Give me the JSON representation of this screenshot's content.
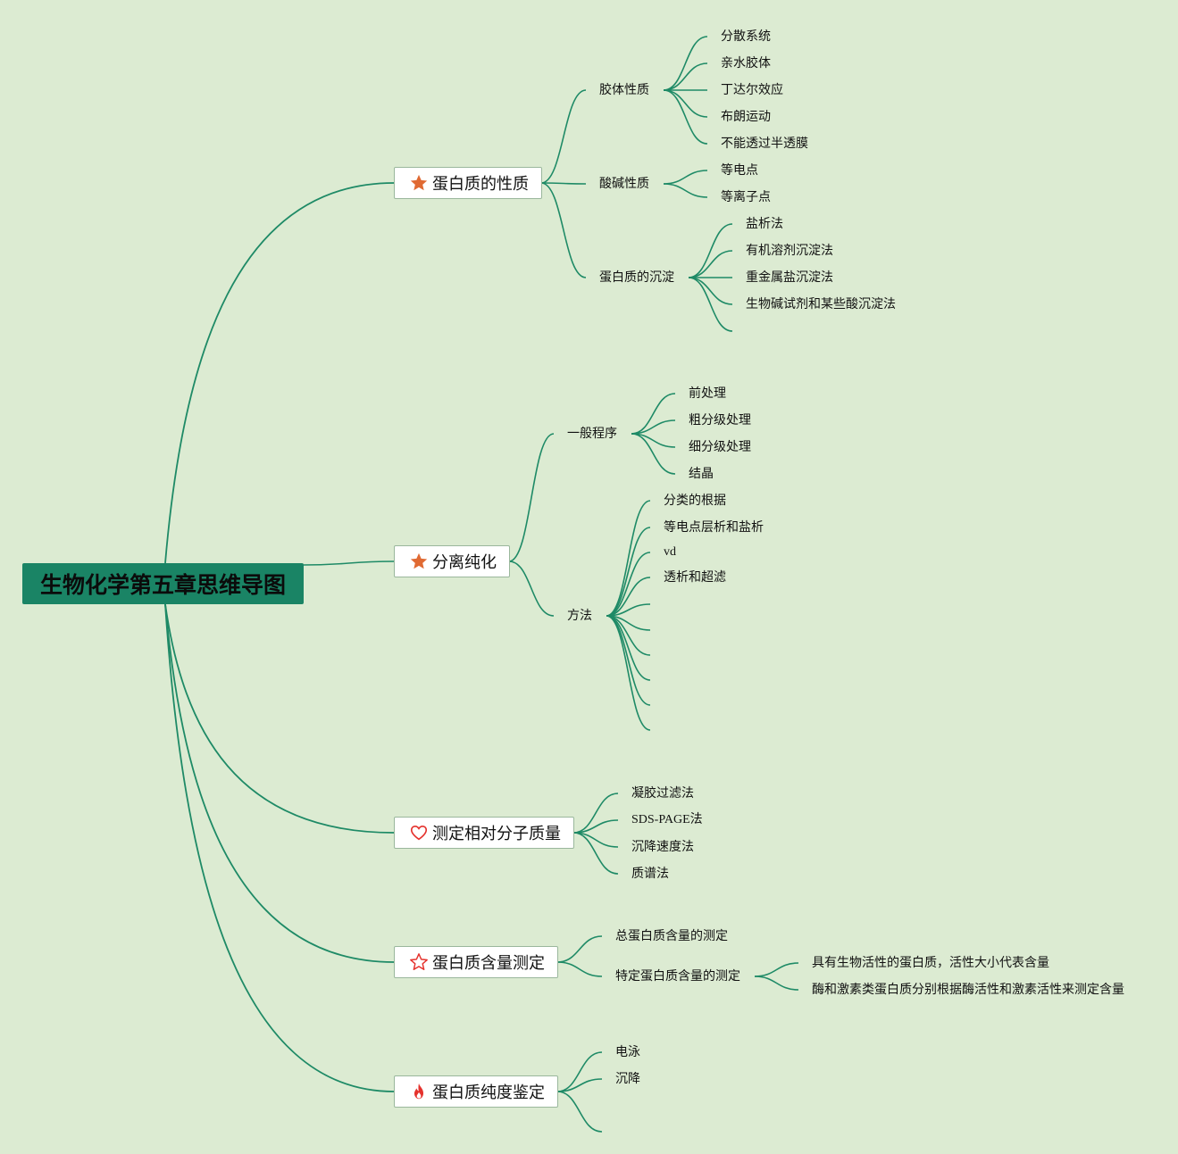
{
  "root": {
    "label": "生物化学第五章思维导图"
  },
  "colors": {
    "background": "#dcebd2",
    "line": "#1e8a66",
    "root_fill": "#1a8465",
    "icon_orange": "#e06a33",
    "icon_red": "#e5322d"
  },
  "branches": [
    {
      "label": "蛋白质的性质",
      "icon": "star-filled-icon",
      "subs": [
        {
          "label": "胶体性质",
          "leaves": [
            "分散系统",
            "亲水胶体",
            "丁达尔效应",
            "布朗运动",
            "不能透过半透膜"
          ]
        },
        {
          "label": "酸碱性质",
          "leaves": [
            "等电点",
            "等离子点"
          ]
        },
        {
          "label": "蛋白质的沉淀",
          "leaves": [
            "盐析法",
            "有机溶剂沉淀法",
            "重金属盐沉淀法",
            "生物碱试剂和某些酸沉淀法",
            ""
          ]
        }
      ]
    },
    {
      "label": "分离纯化",
      "icon": "star-filled-icon",
      "subs": [
        {
          "label": "一般程序",
          "leaves": [
            "前处理",
            "粗分级处理",
            "细分级处理",
            "结晶"
          ]
        },
        {
          "label": "方法",
          "leaves": [
            "分类的根据",
            "等电点层析和盐析",
            "vd",
            "透析和超滤",
            "",
            "",
            "",
            "",
            "",
            ""
          ]
        }
      ]
    },
    {
      "label": "测定相对分子质量",
      "icon": "heart-outline-icon",
      "leaves": [
        "凝胶过滤法",
        "SDS-PAGE法",
        "沉降速度法",
        "质谱法"
      ]
    },
    {
      "label": "蛋白质含量测定",
      "icon": "star-outline-icon",
      "subs": [
        {
          "label": "总蛋白质含量的测定",
          "leaves": []
        },
        {
          "label": "特定蛋白质含量的测定",
          "leaves": [
            "具有生物活性的蛋白质，活性大小代表含量",
            "酶和激素类蛋白质分别根据酶活性和激素活性来测定含量"
          ]
        }
      ]
    },
    {
      "label": "蛋白质纯度鉴定",
      "icon": "fire-icon",
      "leaves": [
        "电泳",
        "沉降",
        ""
      ]
    }
  ]
}
